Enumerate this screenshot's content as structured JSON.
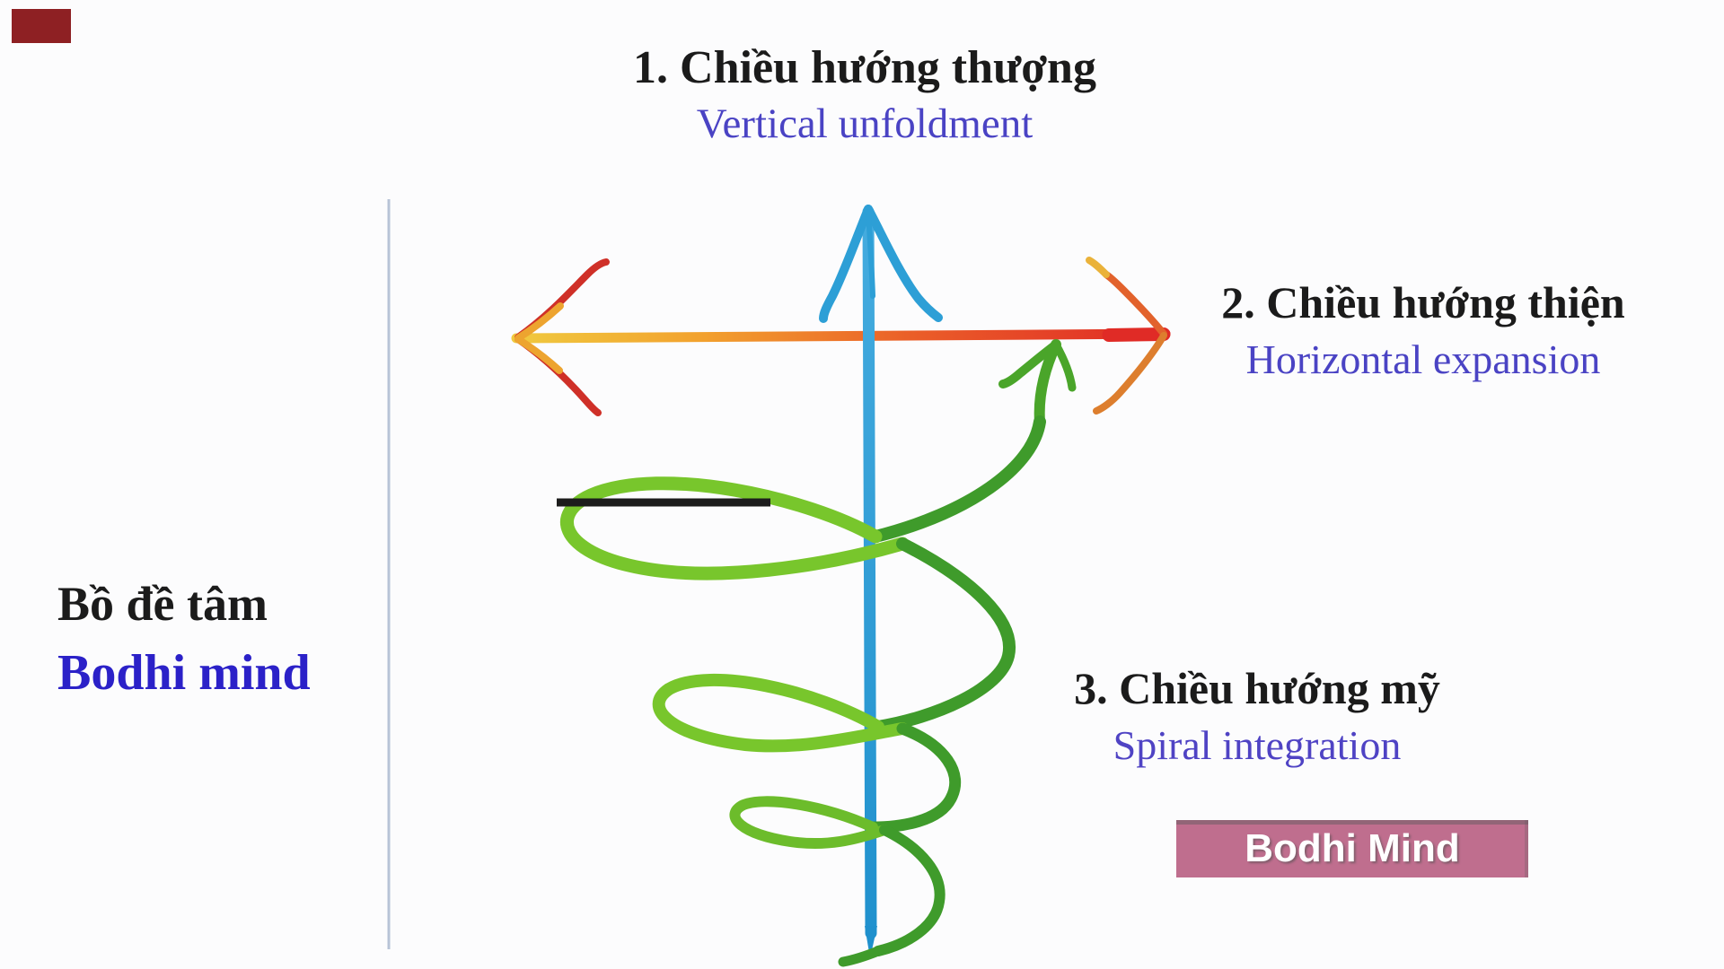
{
  "page": {
    "background": "#fcfcfd",
    "corner_marker_color": "#8e2023"
  },
  "annotations": {
    "vertical": {
      "title": "1. Chiều hướng thượng",
      "subtitle": "Vertical unfoldment"
    },
    "horizontal": {
      "title": "2. Chiều hướng thiện",
      "subtitle": "Horizontal expansion"
    },
    "spiral": {
      "title": "3. Chiều hướng mỹ",
      "subtitle": "Spiral integration"
    },
    "bodhi": {
      "title": "Bồ đề tâm",
      "subtitle": "Bodhi mind"
    }
  },
  "watermark": {
    "label": "Bodhi Mind",
    "background": "#bf6e8e",
    "text_color": "#ffffff"
  },
  "diagram": {
    "vertical_arrow_color": "#2da2da",
    "horizontal_arrow_gradient": [
      "#f0c93f",
      "#f2a22e",
      "#ea5c28",
      "#e02b26"
    ],
    "spiral_bright_green": "#78c62c",
    "spiral_dark_green": "#3f9b2b",
    "marker_line_color": "#1c1c1c",
    "divider_color": "#b7c3d6"
  }
}
